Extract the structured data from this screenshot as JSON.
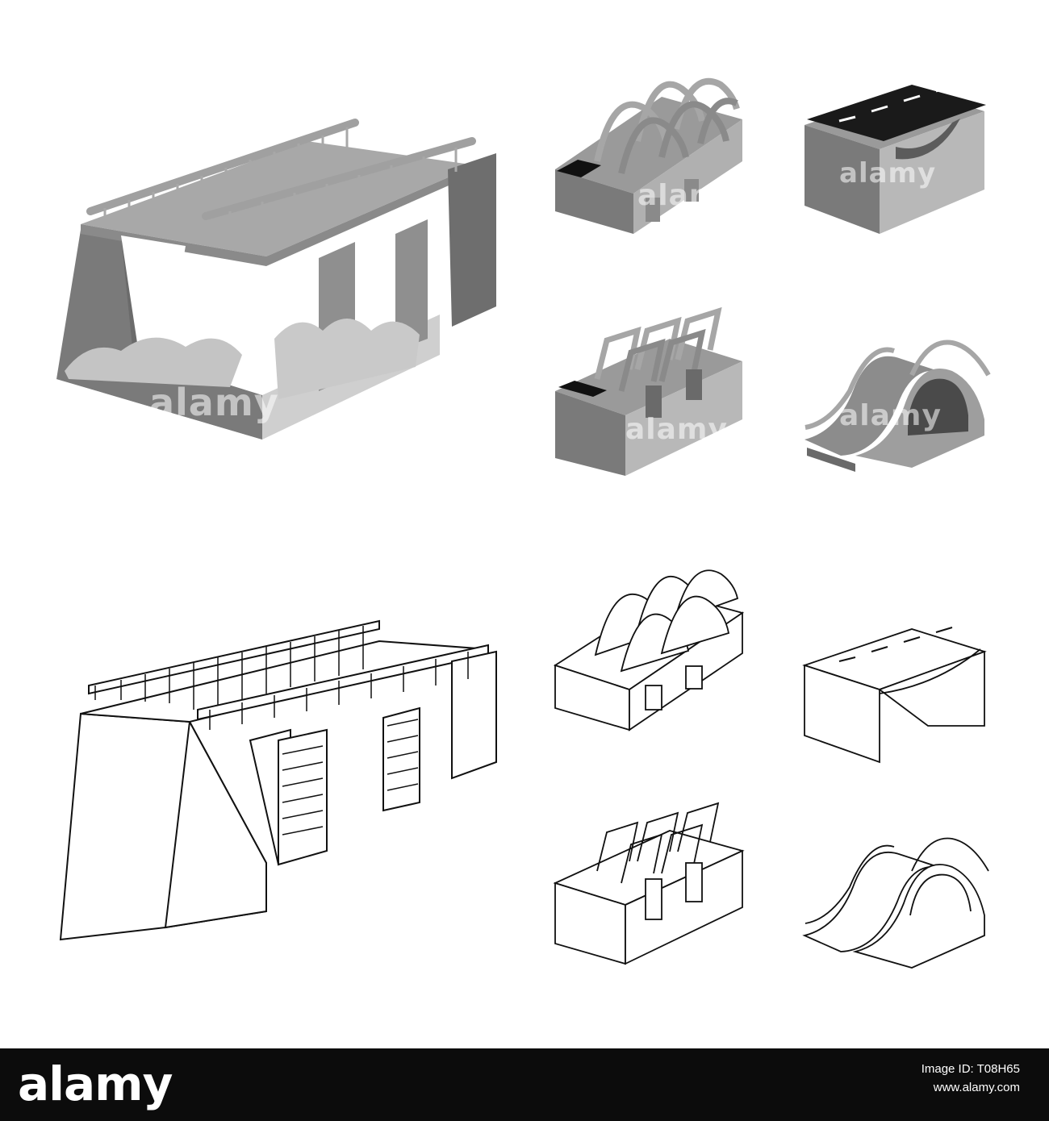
{
  "watermark": "alamy",
  "footer": {
    "logo": "alamy",
    "image_id_label": "Image ID: T08H65",
    "url": "www.alamy.com"
  },
  "colors": {
    "mono_dark": "#6f6f6f",
    "mono_mid": "#8e8e8e",
    "mono_light": "#b5b5b5",
    "outline": "#111111",
    "footer_bg": "#0c0c0c"
  },
  "icons": [
    "stone-bridge-mono-icon",
    "arch-truss-bridge-mono-icon",
    "road-arch-bridge-mono-icon",
    "truss-bridge-mono-icon",
    "humpback-bridge-mono-icon",
    "stone-bridge-outline-icon",
    "arch-truss-bridge-outline-icon",
    "road-arch-bridge-outline-icon",
    "truss-bridge-outline-icon",
    "humpback-bridge-outline-icon"
  ]
}
